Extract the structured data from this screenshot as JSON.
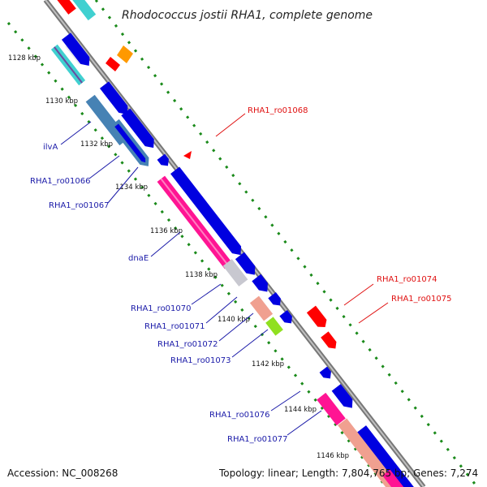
{
  "title": "Rhodococcus jostii RHA1, complete genome",
  "footer": {
    "accession": "Accession: NC_008268",
    "topology": "Topology: linear; Length: 7,804,765 bp; Genes: 7,274"
  },
  "colors": {
    "backbone": "#8c8c8c",
    "tick_green": "#1a8a1a",
    "forward": "#0000e0",
    "pink": "#ff1493",
    "cyan": "#40d0d0",
    "steel": "#4682b4",
    "red": "#ff0000",
    "orange": "#ff9900",
    "grey": "#c8c8d0",
    "salmon": "#f0a090",
    "lime": "#90e020"
  },
  "ticks": [
    {
      "label": "1128 kbp",
      "kbp": 1128
    },
    {
      "label": "1130 kbp",
      "kbp": 1130
    },
    {
      "label": "1132 kbp",
      "kbp": 1132
    },
    {
      "label": "1134 kbp",
      "kbp": 1134
    },
    {
      "label": "1136 kbp",
      "kbp": 1136
    },
    {
      "label": "1138 kbp",
      "kbp": 1138
    },
    {
      "label": "1140 kbp",
      "kbp": 1140
    },
    {
      "label": "1142 kbp",
      "kbp": 1142
    },
    {
      "label": "1144 kbp",
      "kbp": 1144
    },
    {
      "label": "1146 kbp",
      "kbp": 1146
    }
  ],
  "gene_labels_left": [
    {
      "name": "ilvA"
    },
    {
      "name": "RHA1_ro01066"
    },
    {
      "name": "RHA1_ro01067"
    },
    {
      "name": "dnaE"
    },
    {
      "name": "RHA1_ro01070"
    },
    {
      "name": "RHA1_ro01071"
    },
    {
      "name": "RHA1_ro01072"
    },
    {
      "name": "RHA1_ro01073"
    },
    {
      "name": "RHA1_ro01076"
    },
    {
      "name": "RHA1_ro01077"
    }
  ],
  "gene_labels_right": [
    {
      "name": "RHA1_ro01068"
    },
    {
      "name": "RHA1_ro01074"
    },
    {
      "name": "RHA1_ro01075"
    }
  ]
}
